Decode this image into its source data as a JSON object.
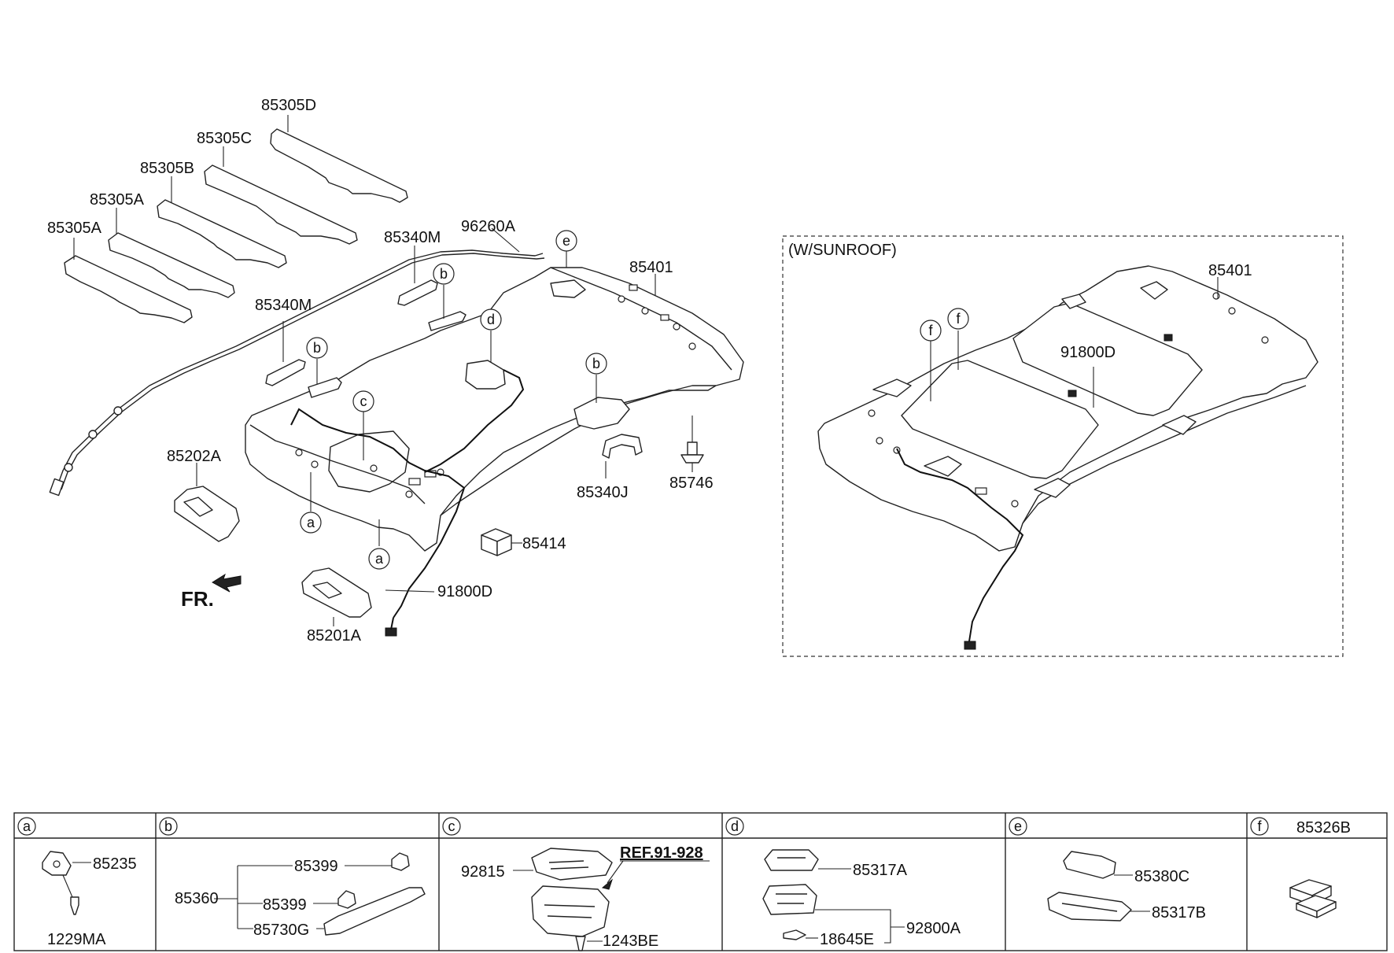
{
  "sunroof_title": "(W/SUNROOF)",
  "front_label": "FR.",
  "main_labels": {
    "l_85305D": "85305D",
    "l_85305C": "85305C",
    "l_85305B": "85305B",
    "l_85305A_1": "85305A",
    "l_85305A_2": "85305A",
    "l_96260A": "96260A",
    "l_85340M_1": "85340M",
    "l_85340M_2": "85340M",
    "l_85401": "85401",
    "l_85202A": "85202A",
    "l_85340J": "85340J",
    "l_85746": "85746",
    "l_85414": "85414",
    "l_91800D": "91800D",
    "l_85201A": "85201A"
  },
  "sunroof_labels": {
    "l_85401": "85401",
    "l_91800D": "91800D"
  },
  "bubbles": {
    "a": "a",
    "b": "b",
    "c": "c",
    "d": "d",
    "e": "e",
    "f": "f"
  },
  "detail_table": {
    "headers": [
      "a",
      "b",
      "c",
      "d",
      "e",
      "f"
    ],
    "f_header_part": "85326B",
    "a_parts": [
      "85235",
      "1229MA"
    ],
    "b_parts": {
      "main": "85360",
      "sub1": "85399",
      "sub2": "85399",
      "sub3": "85730G"
    },
    "c_parts": {
      "p1": "92815",
      "ref": "REF.91-928",
      "p2": "1243BE"
    },
    "d_parts": {
      "p1": "85317A",
      "p2": "92800A",
      "p3": "18645E"
    },
    "e_parts": {
      "p1": "85380C",
      "p2": "85317B"
    }
  }
}
